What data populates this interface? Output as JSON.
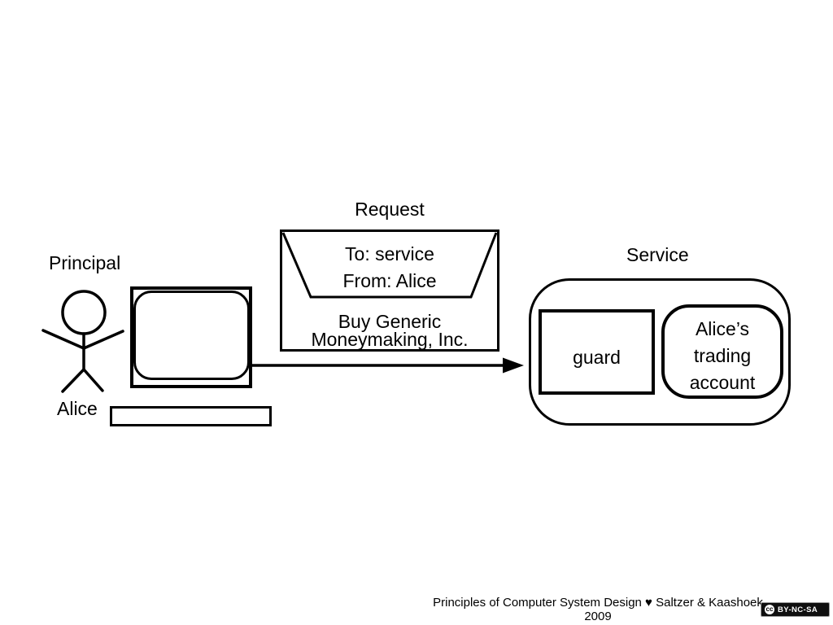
{
  "diagram": {
    "principal": {
      "label": "Principal",
      "name": "Alice"
    },
    "request": {
      "title": "Request",
      "to": "To: service",
      "from": "From: Alice",
      "order_line1": "Buy Generic",
      "order_line2": "Moneymaking, Inc."
    },
    "service": {
      "title": "Service",
      "guard": "guard",
      "account_line1": "Alice’s",
      "account_line2": "trading",
      "account_line3": "account"
    }
  },
  "footer": {
    "credit": "Principles of Computer System Design ♥ Saltzer & Kaashoek",
    "year": "2009",
    "license": {
      "logo": "cc",
      "label": "BY-NC-SA"
    }
  },
  "colors": {
    "ink": "#000000",
    "background": "#ffffff"
  }
}
